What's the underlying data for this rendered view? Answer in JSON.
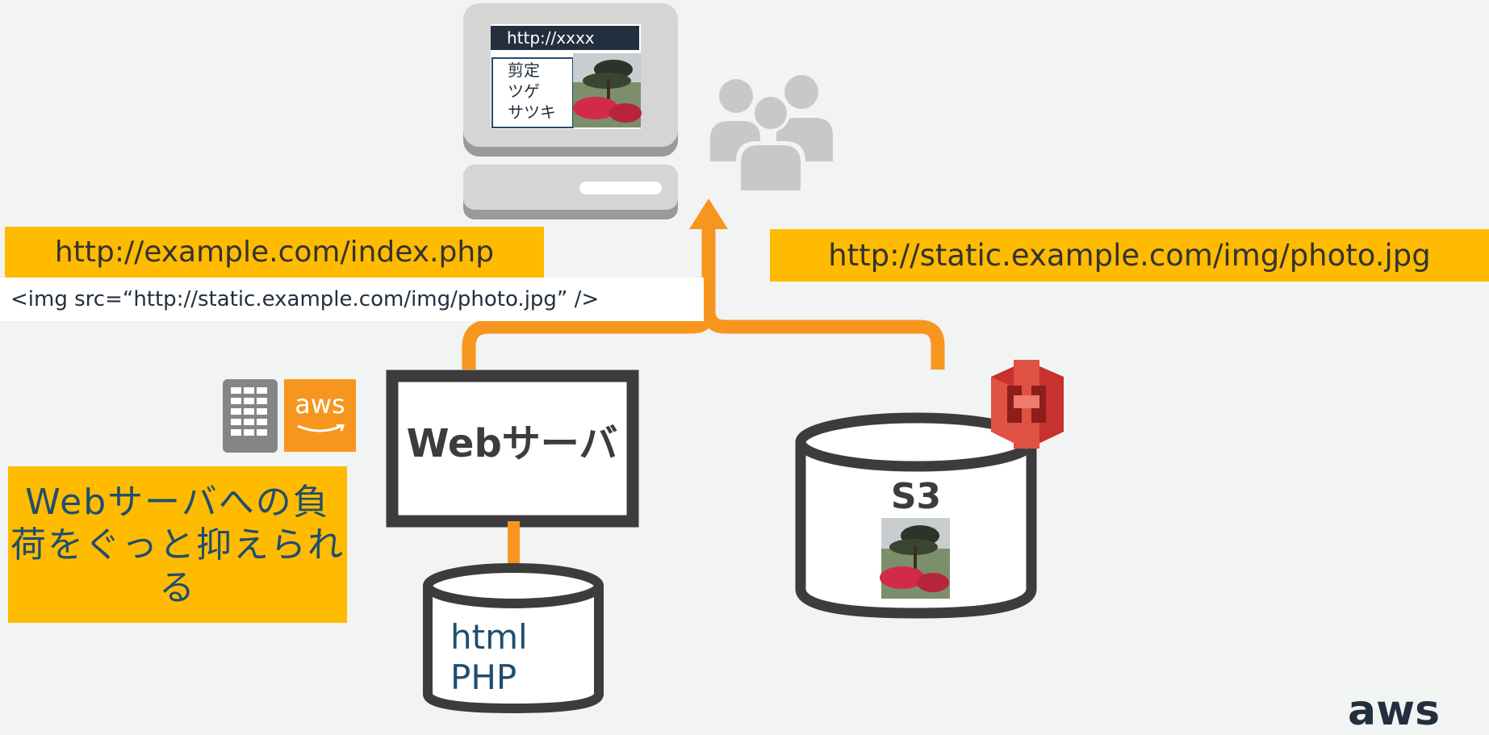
{
  "browser": {
    "address": "http://xxxx",
    "menu_items": [
      "剪定",
      "ツゲ",
      "サツキ"
    ]
  },
  "urls": {
    "index": "http://example.com/index.php",
    "static": "http://static.example.com/img/photo.jpg"
  },
  "html_snippet": "<img src=“http://static.example.com/img/photo.jpg” />",
  "web_server": {
    "label": "Webサーバ"
  },
  "s3": {
    "label": "S3"
  },
  "database": {
    "line1": "html",
    "line2": "PHP"
  },
  "note": {
    "text": "Webサーバへの負荷をぐっと抑えられる"
  },
  "aws_logo_text": "aws",
  "footer_logo": "aws",
  "colors": {
    "accent": "#ffbb00",
    "arrow": "#f7961e",
    "outline": "#3c3c3c",
    "s3_red": "#e05243",
    "text_blue": "#1f4e6e"
  },
  "icons": [
    "desktop-computer-icon",
    "users-icon",
    "server-rack-icon",
    "aws-logo-icon",
    "s3-bucket-icon",
    "photo-thumbnail"
  ]
}
